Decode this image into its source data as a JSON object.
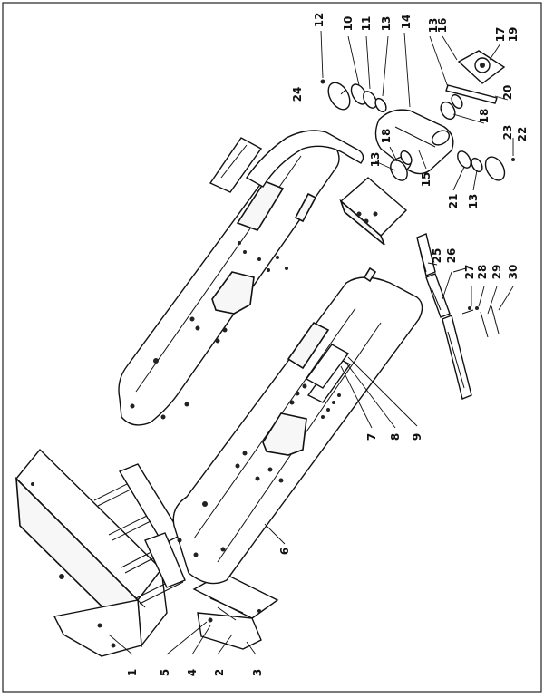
{
  "diagram": {
    "callouts": [
      {
        "id": "c1",
        "text": "1"
      },
      {
        "id": "c2",
        "text": "2"
      },
      {
        "id": "c3",
        "text": "3"
      },
      {
        "id": "c4",
        "text": "4"
      },
      {
        "id": "c5",
        "text": "5"
      },
      {
        "id": "c6",
        "text": "6"
      },
      {
        "id": "c7",
        "text": "7"
      },
      {
        "id": "c8",
        "text": "8"
      },
      {
        "id": "c9",
        "text": "9"
      },
      {
        "id": "c10",
        "text": "10"
      },
      {
        "id": "c11",
        "text": "11"
      },
      {
        "id": "c12",
        "text": "12"
      },
      {
        "id": "c13a",
        "text": "13"
      },
      {
        "id": "c13b",
        "text": "13"
      },
      {
        "id": "c13c",
        "text": "13"
      },
      {
        "id": "c13d",
        "text": "13"
      },
      {
        "id": "c14",
        "text": "14"
      },
      {
        "id": "c15",
        "text": "15"
      },
      {
        "id": "c16",
        "text": "16"
      },
      {
        "id": "c17",
        "text": "17"
      },
      {
        "id": "c18a",
        "text": "18"
      },
      {
        "id": "c18b",
        "text": "18"
      },
      {
        "id": "c19",
        "text": "19"
      },
      {
        "id": "c20",
        "text": "20"
      },
      {
        "id": "c21",
        "text": "21"
      },
      {
        "id": "c22",
        "text": "22"
      },
      {
        "id": "c23",
        "text": "23"
      },
      {
        "id": "c24",
        "text": "24"
      },
      {
        "id": "c25",
        "text": "25"
      },
      {
        "id": "c26",
        "text": "26"
      },
      {
        "id": "c27",
        "text": "27"
      },
      {
        "id": "c28",
        "text": "28"
      },
      {
        "id": "c29",
        "text": "29"
      },
      {
        "id": "c30",
        "text": "30"
      }
    ]
  }
}
